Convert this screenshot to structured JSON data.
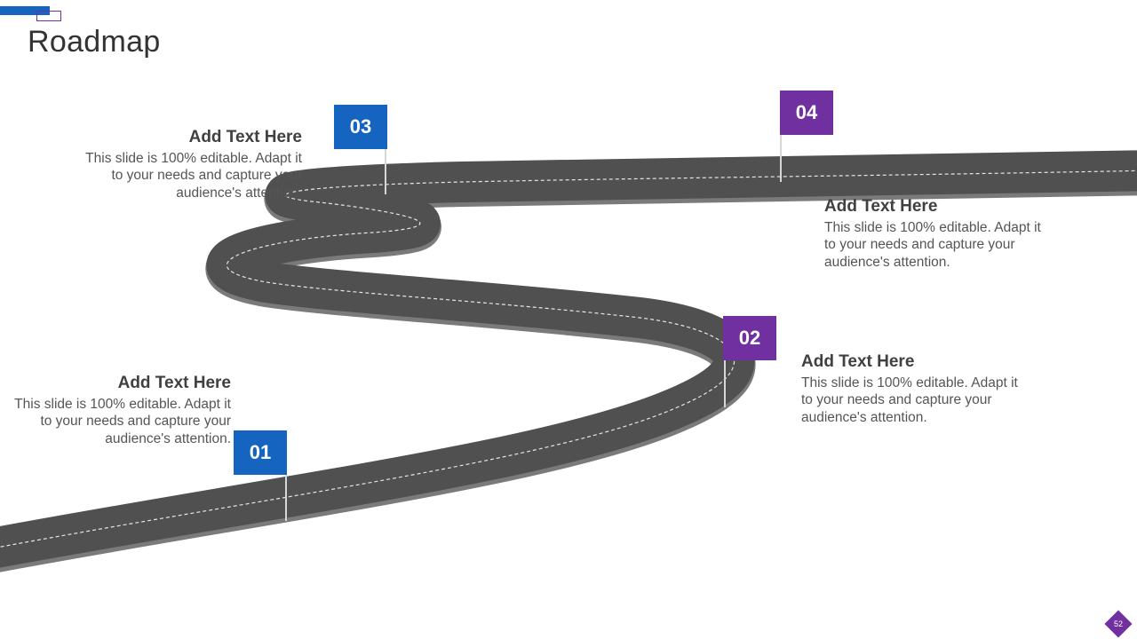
{
  "title": "Roadmap",
  "colors": {
    "blue": "#1565c0",
    "purple": "#7030a0",
    "road": "#505050",
    "road_edge": "#7a7a7a"
  },
  "milestones": [
    {
      "number": "01",
      "color": "#1565c0",
      "heading": "Add Text Here",
      "body": "This slide is 100% editable. Adapt it to your needs and capture your audience's attention."
    },
    {
      "number": "02",
      "color": "#7030a0",
      "heading": "Add Text Here",
      "body": "This slide is 100% editable. Adapt it to your needs and capture your audience's attention."
    },
    {
      "number": "03",
      "color": "#1565c0",
      "heading": "Add Text Here",
      "body": "This slide is 100% editable. Adapt it to your needs and capture your audience's attention."
    },
    {
      "number": "04",
      "color": "#7030a0",
      "heading": "Add Text Here",
      "body": "This slide is 100% editable. Adapt it to your needs and capture your audience's attention."
    }
  ],
  "page_number": "52"
}
